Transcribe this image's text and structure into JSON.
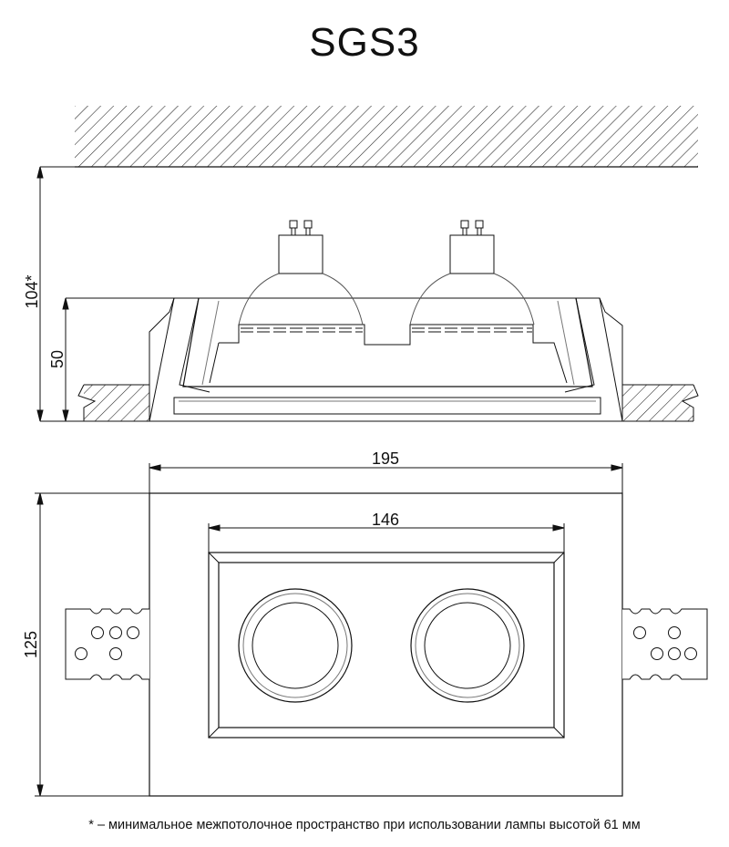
{
  "title": "SGS3",
  "dimensions": {
    "total_height": "104*",
    "body_height": "50",
    "outer_width": "195",
    "inner_width": "146",
    "outer_depth": "125"
  },
  "footnote": "* – минимальное межпотолочное пространство при использовании лампы высотой 61 мм"
}
